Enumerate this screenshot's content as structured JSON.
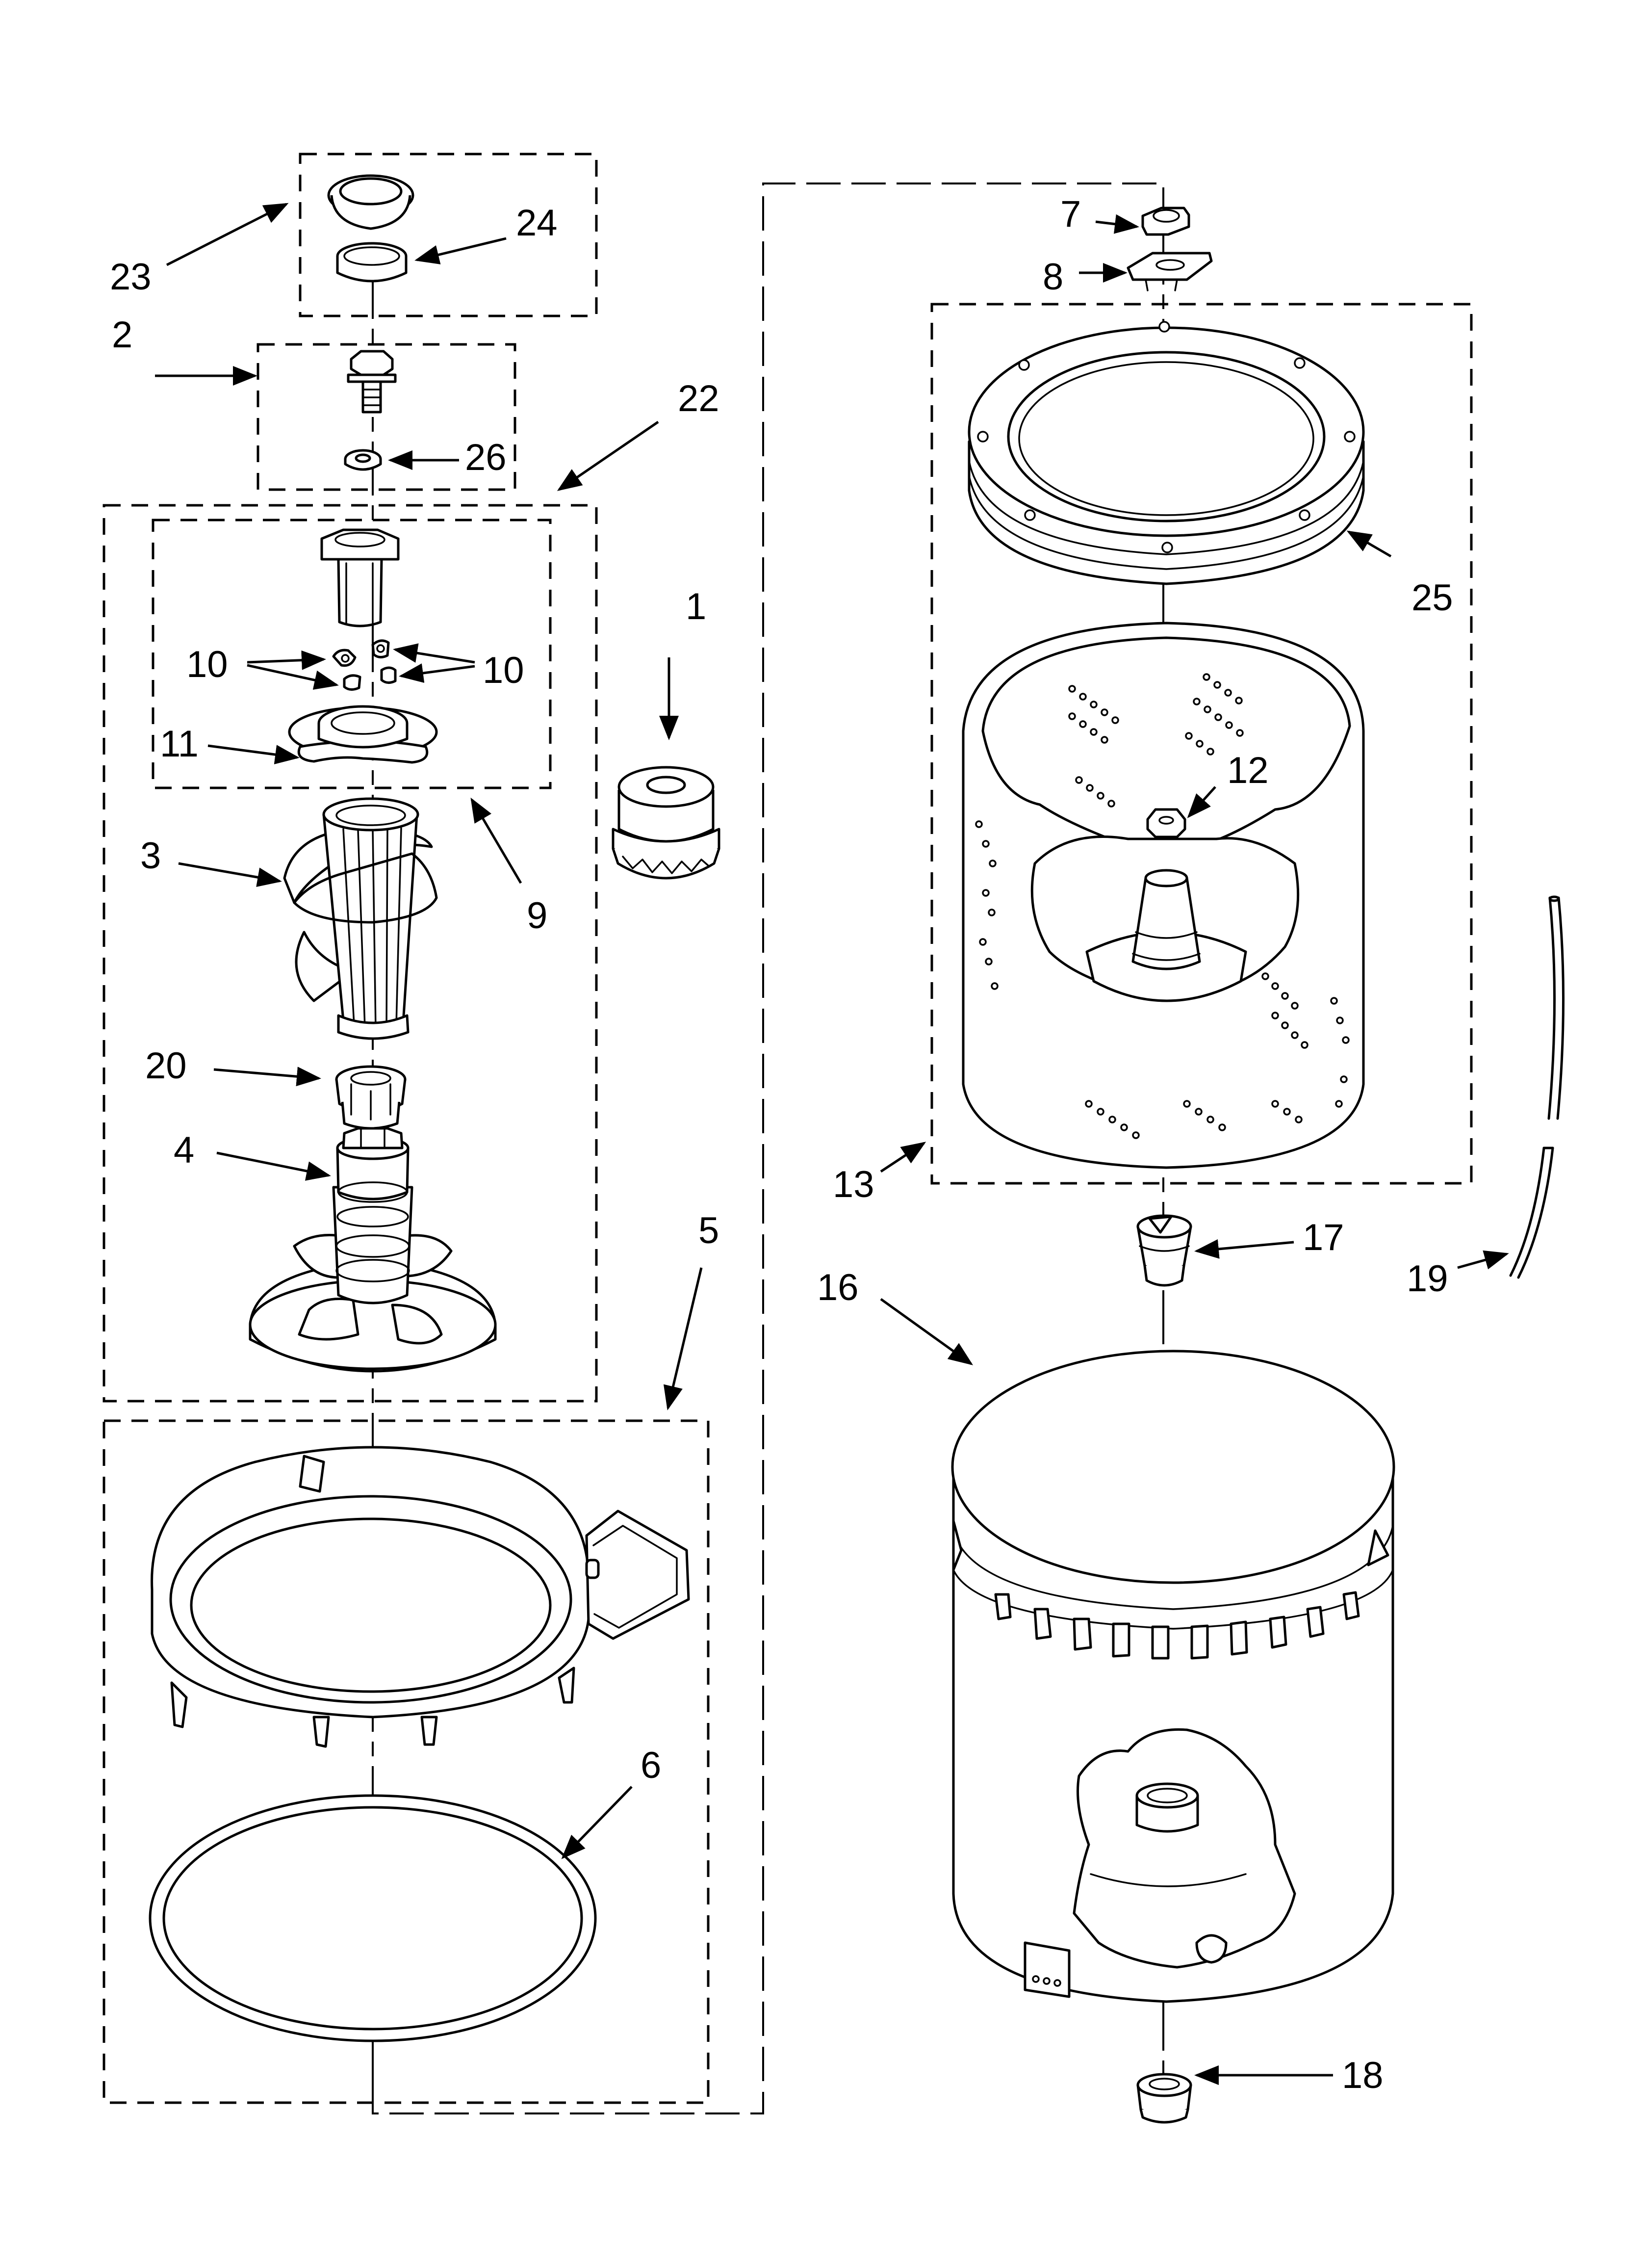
{
  "callouts": [
    {
      "id": "c1",
      "text": "1"
    },
    {
      "id": "c2",
      "text": "2"
    },
    {
      "id": "c3",
      "text": "3"
    },
    {
      "id": "c4",
      "text": "4"
    },
    {
      "id": "c5",
      "text": "5"
    },
    {
      "id": "c6",
      "text": "6"
    },
    {
      "id": "c7",
      "text": "7"
    },
    {
      "id": "c8",
      "text": "8"
    },
    {
      "id": "c9",
      "text": "9"
    },
    {
      "id": "c10a",
      "text": "10"
    },
    {
      "id": "c10b",
      "text": "10"
    },
    {
      "id": "c11",
      "text": "11"
    },
    {
      "id": "c12",
      "text": "12"
    },
    {
      "id": "c13",
      "text": "13"
    },
    {
      "id": "c16",
      "text": "16"
    },
    {
      "id": "c17",
      "text": "17"
    },
    {
      "id": "c18",
      "text": "18"
    },
    {
      "id": "c19",
      "text": "19"
    },
    {
      "id": "c20",
      "text": "20"
    },
    {
      "id": "c22",
      "text": "22"
    },
    {
      "id": "c23",
      "text": "23"
    },
    {
      "id": "c24",
      "text": "24"
    },
    {
      "id": "c25",
      "text": "25"
    },
    {
      "id": "c26",
      "text": "26"
    }
  ]
}
